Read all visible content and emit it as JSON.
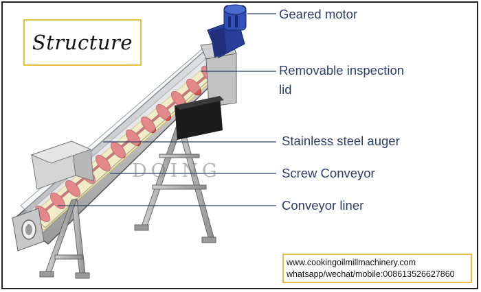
{
  "title": "Structure",
  "labels": {
    "geared_motor": "Geared motor",
    "inspection_lid_line1": "Removable inspection",
    "inspection_lid_line2": "lid",
    "auger": "Stainless steel auger",
    "screw_conveyor": "Screw Conveyor",
    "liner": "Conveyor liner"
  },
  "watermark": "DOING",
  "contact": {
    "website": "www.cookingoilmillmachinery.com",
    "phone": "whatsapp/wechat/mobile:008613526627860"
  },
  "colors": {
    "accent_border": "#e8c040",
    "label_text": "#2c3e66",
    "motor_blue": "#2a3f9a",
    "auger_red": "#e05050",
    "liner_yellow": "#f3eab0"
  }
}
